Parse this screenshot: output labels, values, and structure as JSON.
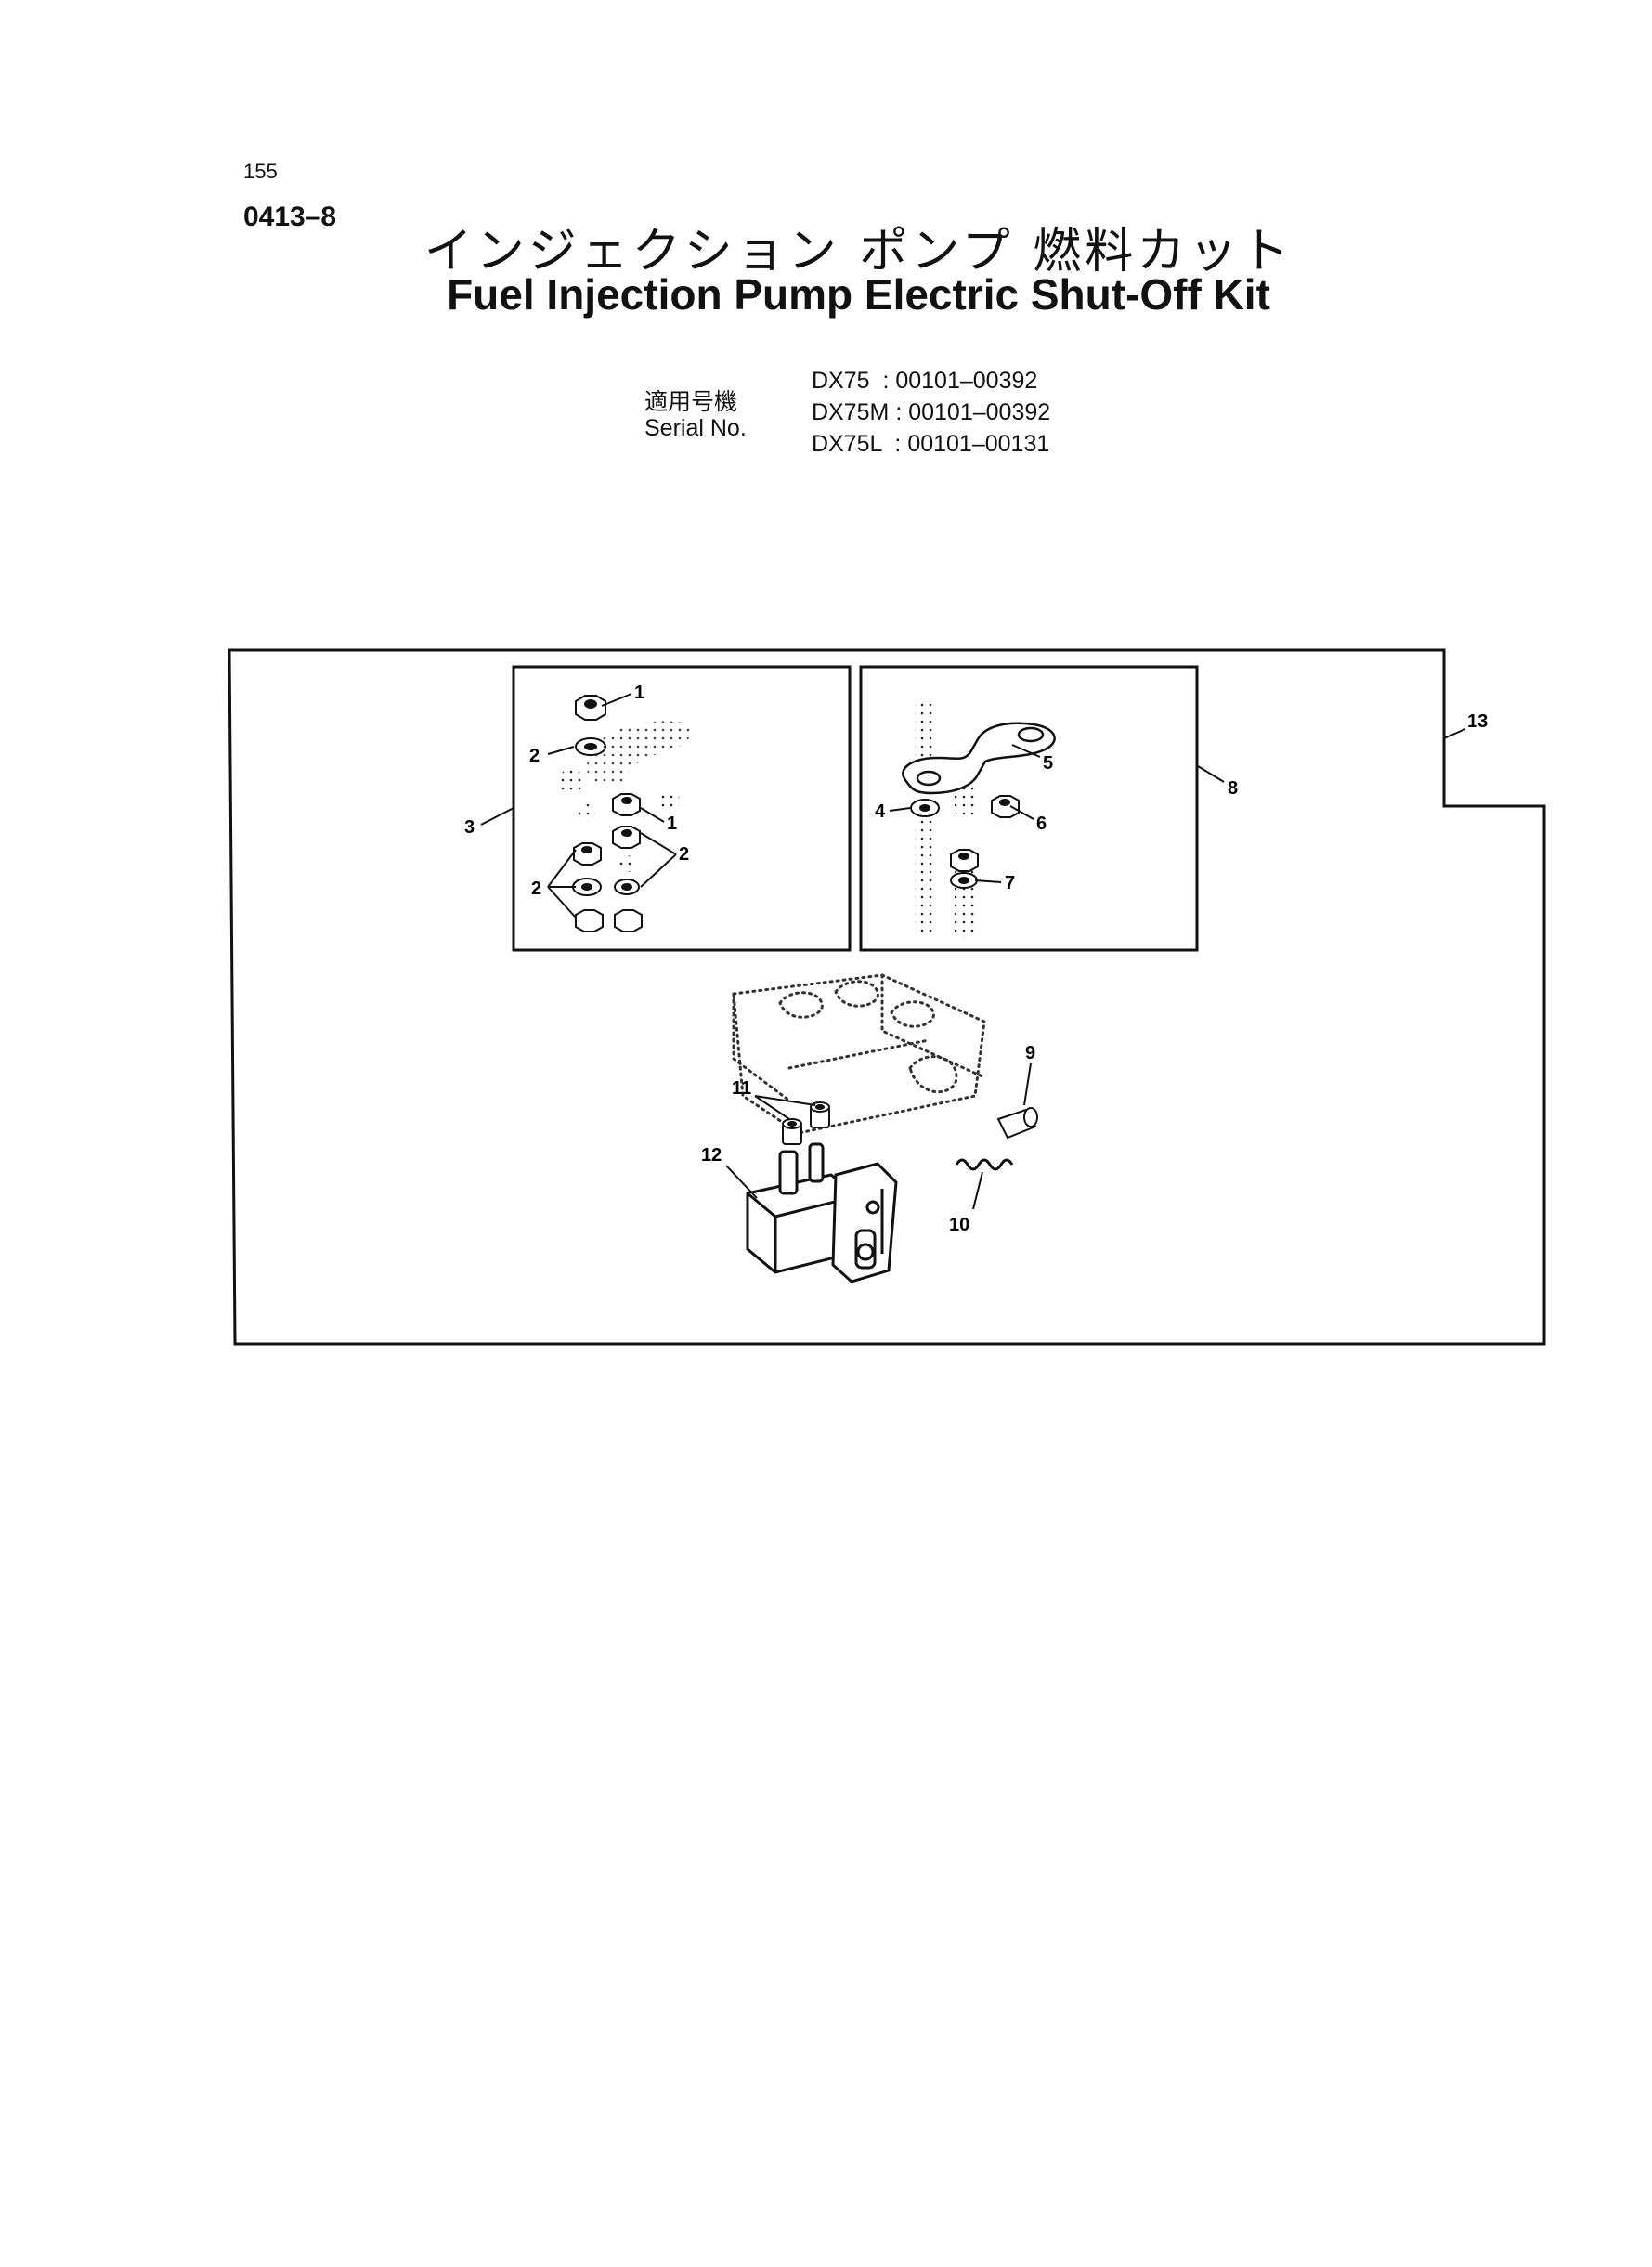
{
  "header": {
    "page_number": "155",
    "section_code": "0413–8",
    "title_jp": "インジェクション ポンプ 燃料カット",
    "title_en": "Fuel Injection Pump Electric Shut-Off Kit"
  },
  "serial": {
    "label_jp": "適用号機",
    "label_en": "Serial No.",
    "rows": [
      {
        "model": "DX75",
        "sep": "  : ",
        "range": "00101–00392"
      },
      {
        "model": "DX75M",
        "sep": " : ",
        "range": "00101–00392"
      },
      {
        "model": "DX75L",
        "sep": "  : ",
        "range": "00101–00131"
      }
    ]
  },
  "diagram": {
    "callouts": {
      "c1a": "1",
      "c1b": "1",
      "c2a": "2",
      "c2b": "2",
      "c2c": "2",
      "c3": "3",
      "c4": "4",
      "c5": "5",
      "c6": "6",
      "c7": "7",
      "c8": "8",
      "c9": "9",
      "c10": "10",
      "c11": "11",
      "c12": "12",
      "c13": "13"
    }
  }
}
